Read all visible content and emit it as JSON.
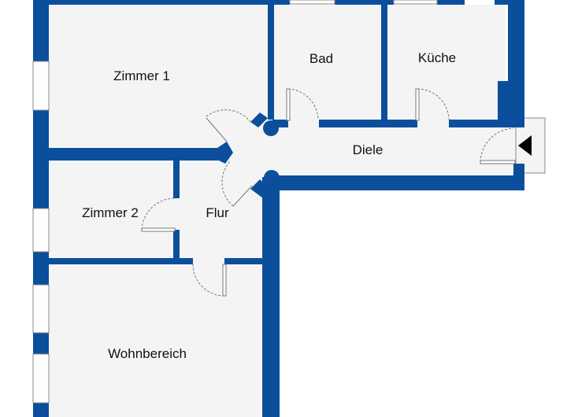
{
  "rooms": {
    "zimmer1": "Zimmer 1",
    "bad": "Bad",
    "kueche": "Küche",
    "diele": "Diele",
    "zimmer2": "Zimmer 2",
    "flur": "Flur",
    "wohnbereich": "Wohnbereich"
  },
  "colors": {
    "wall": "#0b4f9c",
    "floor": "#f4f4f4"
  }
}
